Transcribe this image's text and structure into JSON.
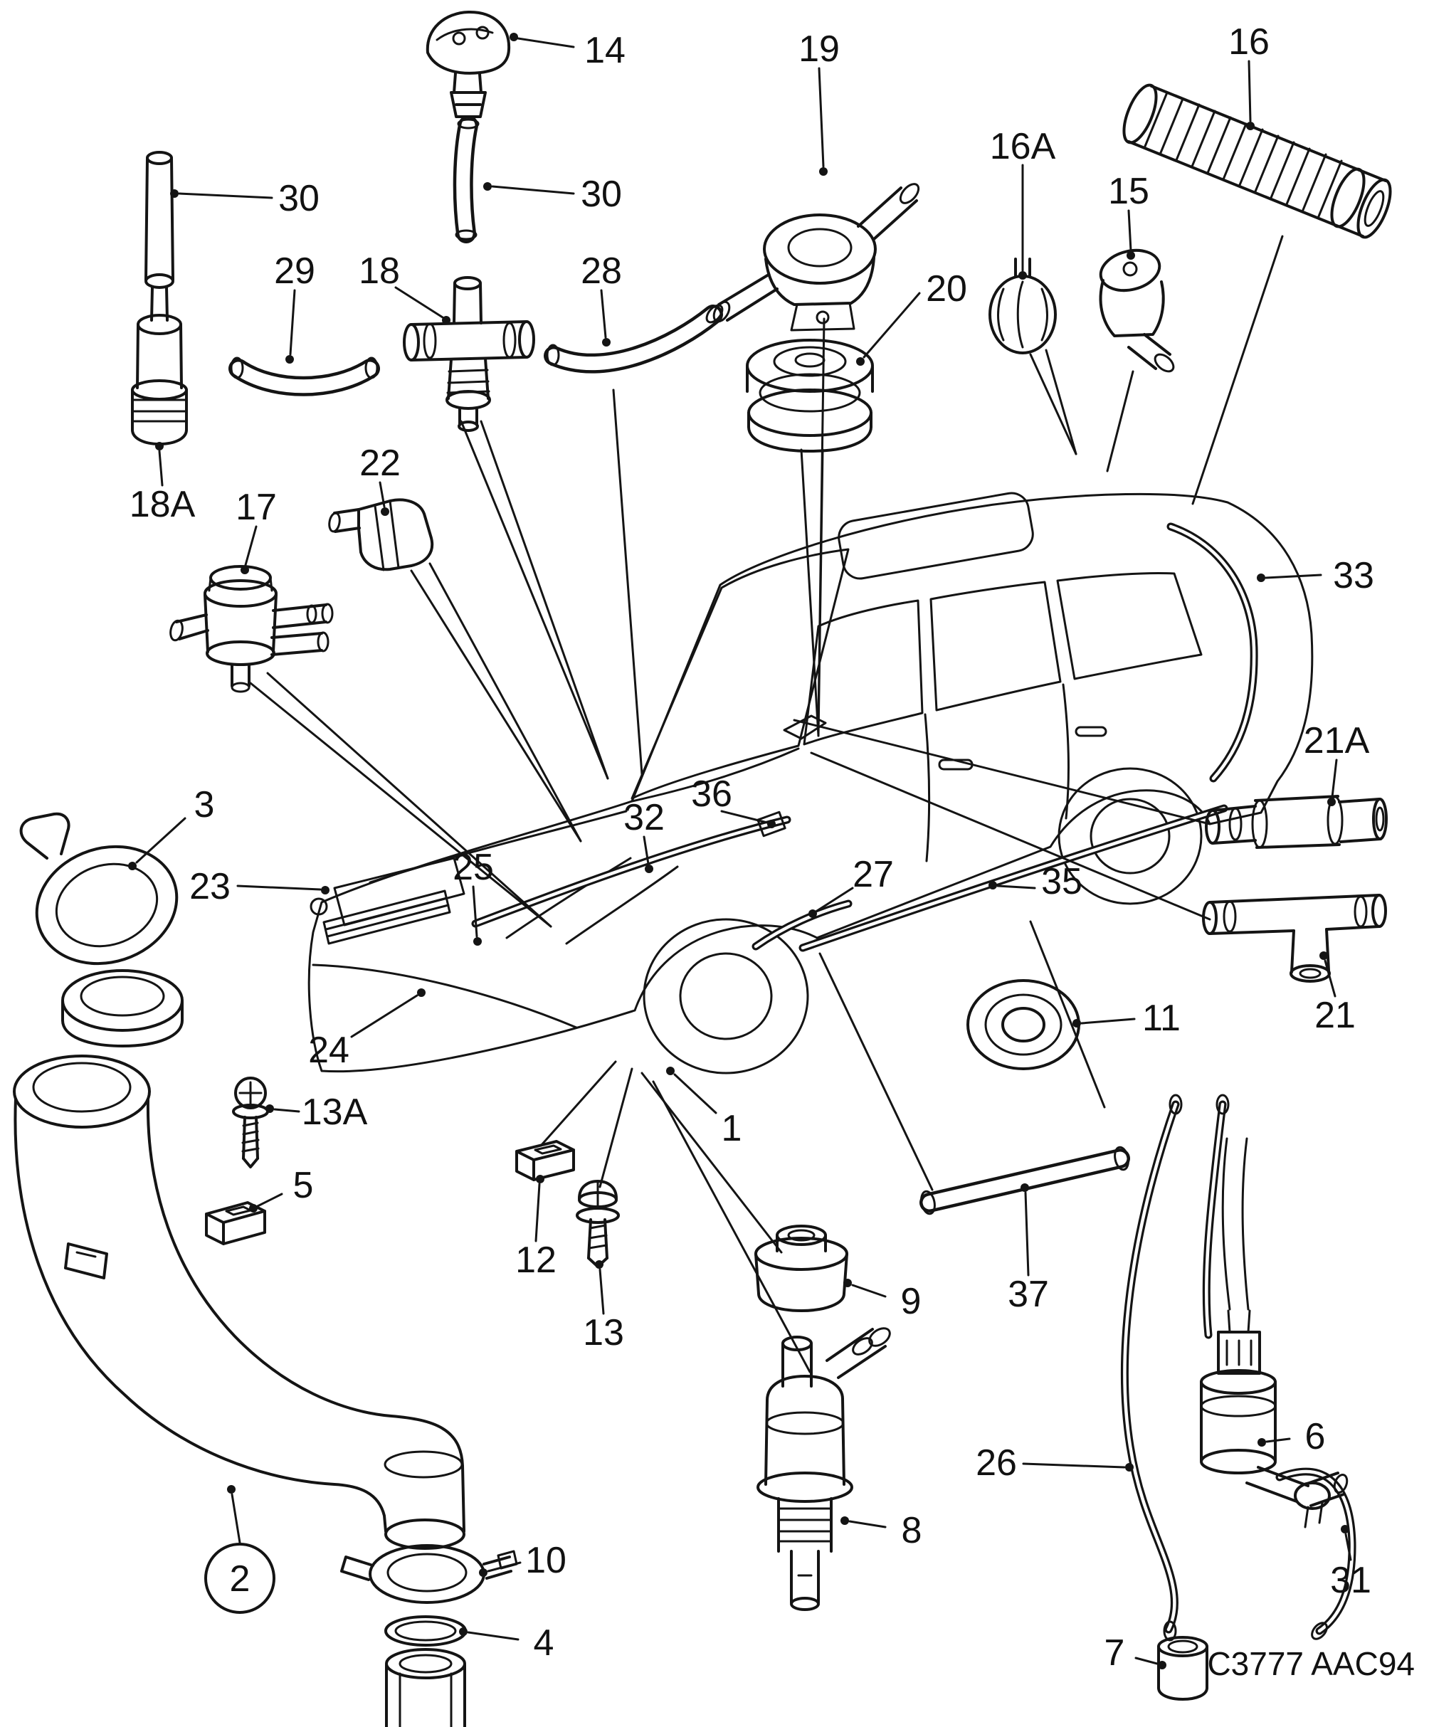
{
  "diagram": {
    "code": "C3777 AAC94",
    "colors": {
      "background": "#ffffff",
      "line": "#141414"
    },
    "callouts": [
      {
        "label": "14"
      },
      {
        "label": "19"
      },
      {
        "label": "16"
      },
      {
        "label": "16A"
      },
      {
        "label": "15"
      },
      {
        "label": "30"
      },
      {
        "label": "30"
      },
      {
        "label": "29"
      },
      {
        "label": "18"
      },
      {
        "label": "28"
      },
      {
        "label": "20"
      },
      {
        "label": "18A"
      },
      {
        "label": "17"
      },
      {
        "label": "22"
      },
      {
        "label": "33"
      },
      {
        "label": "3"
      },
      {
        "label": "23"
      },
      {
        "label": "25"
      },
      {
        "label": "32"
      },
      {
        "label": "36"
      },
      {
        "label": "27"
      },
      {
        "label": "35"
      },
      {
        "label": "21A"
      },
      {
        "label": "24"
      },
      {
        "label": "21"
      },
      {
        "label": "11"
      },
      {
        "label": "13A"
      },
      {
        "label": "5"
      },
      {
        "label": "1"
      },
      {
        "label": "12"
      },
      {
        "label": "13"
      },
      {
        "label": "9"
      },
      {
        "label": "37"
      },
      {
        "label": "2"
      },
      {
        "label": "10"
      },
      {
        "label": "4"
      },
      {
        "label": "8"
      },
      {
        "label": "26"
      },
      {
        "label": "6"
      },
      {
        "label": "7"
      },
      {
        "label": "31"
      }
    ]
  }
}
